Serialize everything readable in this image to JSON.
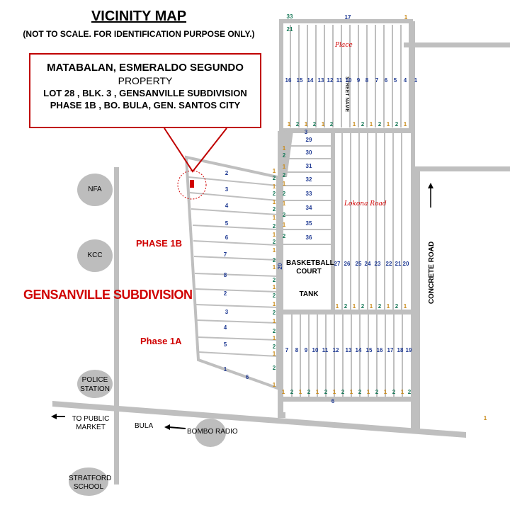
{
  "header": {
    "title": "VICINITY MAP",
    "subtitle": "(NOT TO SCALE. FOR IDENTIFICATION PURPOSE ONLY.)"
  },
  "callout": {
    "owner": "MATABALAN, ESMERALDO SEGUNDO",
    "property": "PROPERTY",
    "lot": "LOT 28 , BLK. 3 , GENSANVILLE SUBDIVISION",
    "phase": "PHASE 1B , BO. BULA,  GEN. SANTOS CITY"
  },
  "landmarks": {
    "nfa": "NFA",
    "kcc": "KCC",
    "police": "POLICE STATION",
    "stratford": "STRATFORD SCHOOL",
    "bombo": "BOMBO RADIO",
    "public_market": "TO PUBLIC MARKET",
    "bula": "BULA",
    "concrete_road": "CONCRETE ROAD",
    "basketball": "BASKETBALL COURT",
    "tank": "TANK"
  },
  "area_labels": {
    "subdivision": "GENSANVILLE SUBDIVISION",
    "phase_1b": "PHASE 1B",
    "phase_1a": "Phase 1A"
  },
  "colors": {
    "red": "#d00000",
    "road": "#bfbfbf",
    "oval": "#bdbdbd",
    "lot_number": "#1f3a93",
    "orange": "#c98a1a",
    "teal": "#1a7a5a"
  },
  "lot_numbers": {
    "phase1b_west": [
      "2",
      "3",
      "4",
      "5",
      "6",
      "7",
      "8"
    ],
    "phase1a_west": [
      "2",
      "3",
      "4",
      "5",
      "1",
      "6"
    ],
    "block_middle": [
      "29",
      "30",
      "31",
      "32",
      "33",
      "34",
      "35",
      "36"
    ],
    "top_row": [
      "16",
      "15",
      "14",
      "13",
      "12",
      "11",
      "10",
      "9",
      "8",
      "7",
      "6",
      "5",
      "4",
      "1"
    ],
    "top_corner": [
      "33",
      "21",
      "17",
      "1"
    ],
    "right_row": [
      "27",
      "26",
      "25",
      "24",
      "23",
      "22",
      "21",
      "20"
    ],
    "bottom_row": [
      "7",
      "8",
      "9",
      "10",
      "11",
      "12",
      "13",
      "14",
      "15",
      "16",
      "17",
      "18",
      "19"
    ],
    "road_extra": [
      "20",
      "6",
      "3",
      "1"
    ]
  }
}
